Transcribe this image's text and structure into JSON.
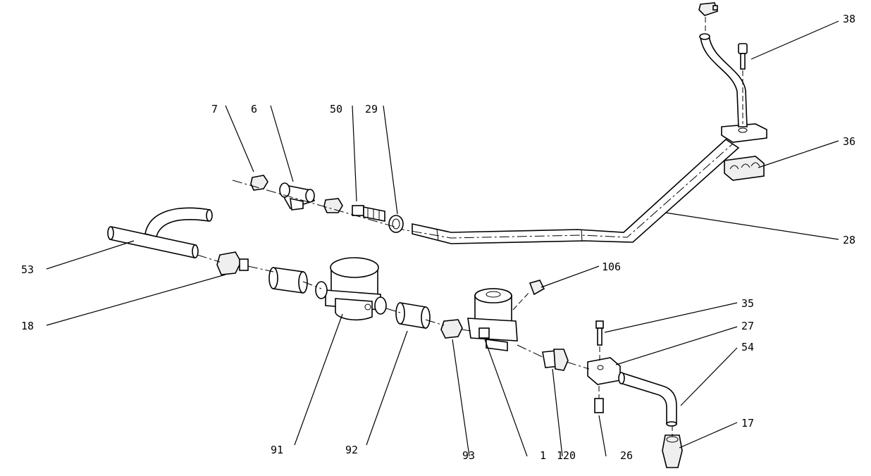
{
  "labels": {
    "l38": "38",
    "l7": "7",
    "l6": "6",
    "l50": "50",
    "l29": "29",
    "l36": "36",
    "l28": "28",
    "l53": "53",
    "l106": "106",
    "l18": "18",
    "l35": "35",
    "l27": "27",
    "l54": "54",
    "l17": "17",
    "l91": "91",
    "l92": "92",
    "l93": "93",
    "l1": "1",
    "l120": "120",
    "l26": "26"
  }
}
